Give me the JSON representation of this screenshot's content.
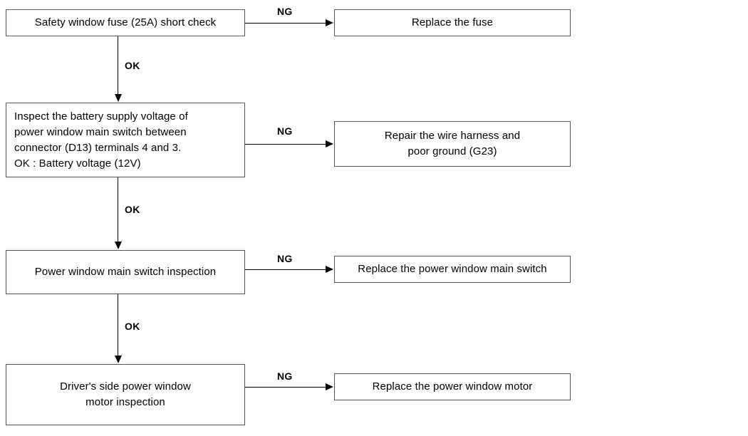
{
  "diagram": {
    "title": "Power window troubleshooting flowchart",
    "colors": {
      "box_border": "#565656",
      "line": "#000000",
      "background": "#ffffff",
      "text": "#000000"
    },
    "steps": [
      {
        "id": "step-1",
        "test_label": "Safety window fuse (25A) short check",
        "ng_label": "NG",
        "ok_label": "OK",
        "ng_result_label": "Replace the fuse"
      },
      {
        "id": "step-2",
        "test_label": "Inspect the battery supply voltage of\npower window main switch between\nconnector (D13) terminals 4 and 3.\nOK : Battery voltage (12V)",
        "ng_label": "NG",
        "ok_label": "OK",
        "ng_result_label": "Repair the wire harness and\npoor ground (G23)"
      },
      {
        "id": "step-3",
        "test_label": "Power window main switch inspection",
        "ng_label": "NG",
        "ok_label": "OK",
        "ng_result_label": "Replace the power window main switch"
      },
      {
        "id": "step-4",
        "test_label": "Driver's side power window\nmotor  inspection",
        "ng_label": "NG",
        "ok_label": "",
        "ng_result_label": "Replace the power window motor"
      }
    ]
  }
}
